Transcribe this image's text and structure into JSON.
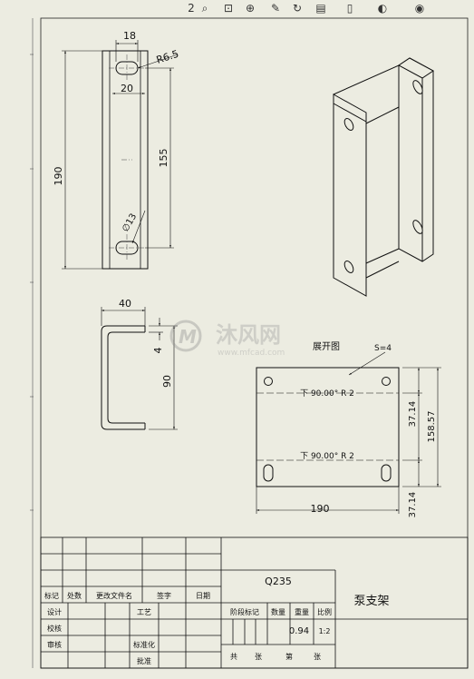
{
  "toolbar": {
    "icons": [
      "zoom-fit-icon",
      "zoom-area-icon",
      "zoom-in-out-icon",
      "pan-icon",
      "rotate-icon",
      "save-icon",
      "view-icon",
      "display-icon"
    ],
    "page_number": "2"
  },
  "front_view": {
    "dim_width": "18",
    "dim_slot_radius": "R6.5",
    "dim_slot_length": "20",
    "dim_height": "190",
    "dim_slot_spacing": "155",
    "dim_hole_dia": "∅13"
  },
  "side_view": {
    "dim_width": "40",
    "dim_thickness": "4",
    "dim_height": "90"
  },
  "flat_pattern": {
    "title": "展开图",
    "thickness_note": "S=4",
    "bend_line_1": "下  90.00°  R 2",
    "bend_line_2": "下  90.00°  R 2",
    "dim_width": "190",
    "dim_top": "37.14",
    "dim_middle": "158.57",
    "dim_bottom": "37.14"
  },
  "watermark": {
    "text_cn": "沐风网",
    "text_url": "www.mfcad.com"
  },
  "title_block": {
    "material": "Q235",
    "part_name": "泵支架",
    "weight": "0.94",
    "scale": "1:2",
    "labels": {
      "mark": "标记",
      "count": "处数",
      "change_doc": "更改文件名",
      "signature": "签字",
      "date": "日期",
      "design": "设计",
      "check": "校核",
      "review": "审核",
      "craft": "工艺",
      "standard": "标准化",
      "approve": "批准",
      "stage_mark": "阶段标记",
      "quantity": "数量",
      "weight_lbl": "重量",
      "scale_lbl": "比例",
      "total": "共",
      "sheet": "张",
      "sheet_no": "第",
      "sheet2": "张"
    }
  }
}
